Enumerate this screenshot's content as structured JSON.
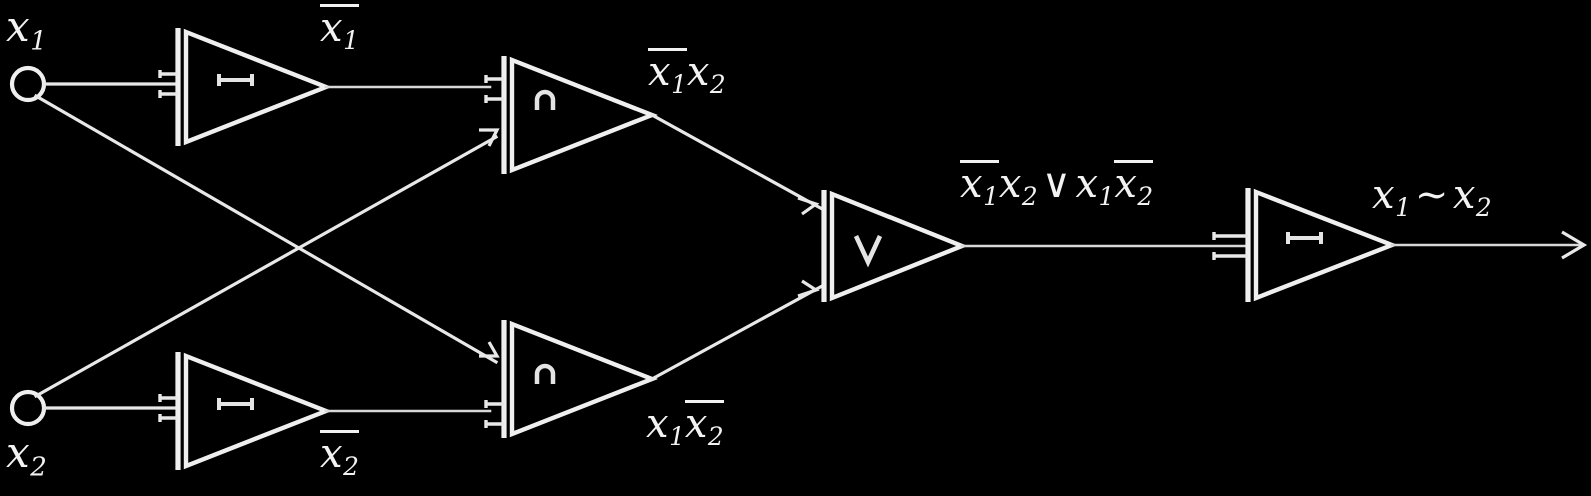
{
  "diagram": {
    "title": "Logic circuit for equivalence (XNOR) of x1 and x2",
    "type": "logic-gate-schematic",
    "colors": {
      "background": "#000000",
      "ink": "#efefef"
    },
    "inputs": [
      {
        "id": "x1",
        "label_html": "<i>x</i><sub>1</sub>",
        "terminal": "circle",
        "position": "top-left"
      },
      {
        "id": "x2",
        "label_html": "<i>x</i><sub>2</sub>",
        "terminal": "circle",
        "position": "bottom-left"
      }
    ],
    "gates": [
      {
        "id": "not1",
        "kind": "NOT",
        "symbol": "bar",
        "output_label_html": "<span class=\"ov\"><i>x</i><sub>1</sub></span>"
      },
      {
        "id": "not2",
        "kind": "NOT",
        "symbol": "bar",
        "output_label_html": "<span class=\"ov\"><i>x</i><sub>2</sub></span>"
      },
      {
        "id": "and1",
        "kind": "AND",
        "symbol": "&cap;",
        "output_label_html": "<span class=\"ov\"><i>x</i><sub>1</sub></span><i>x</i><sub>2</sub>"
      },
      {
        "id": "and2",
        "kind": "AND",
        "symbol": "&cap;",
        "output_label_html": "<i>x</i><sub>1</sub><span class=\"ov\"><i>x</i><sub>2</sub></span>"
      },
      {
        "id": "or1",
        "kind": "OR",
        "symbol": "&or;",
        "output_label_html": "<span class=\"ov\"><i>x</i><sub>1</sub></span><i>x</i><sub>2</sub><span class=\"op\">&or;</span><i>x</i><sub>1</sub><span class=\"ov\"><i>x</i><sub>2</sub></span>"
      },
      {
        "id": "not3",
        "kind": "NOT",
        "symbol": "bar",
        "output_label_html": "<i>x</i><sub>1</sub><span class=\"op\">~</span><i>x</i><sub>2</sub>"
      }
    ],
    "labels": {
      "input_x1": "x1",
      "input_x2": "x2",
      "not1_out": "not x1",
      "not2_out": "not x2",
      "and1_out": "not-x1 AND x2",
      "and2_out": "x1 AND not-x2",
      "or_out": "not-x1 x2 OR x1 not-x2",
      "final_out": "x1 ~ x2"
    },
    "gate_symbols": {
      "not": "bar",
      "and": "&cap;",
      "or": "&or;"
    }
  }
}
